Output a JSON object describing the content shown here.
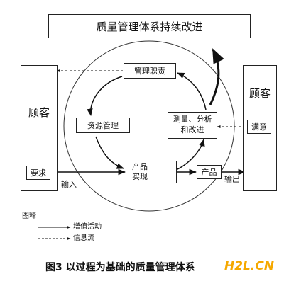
{
  "title": "质量管理体系持续改进",
  "customer_left": "顾客",
  "customer_right": "顾客",
  "boxes": {
    "management_responsibility": "管理职责",
    "resource_management": "资源管理",
    "product_realization": "产品\n实现",
    "measurement_analysis_improvement": "测量、分析\n和改进",
    "requirements": "要求",
    "satisfaction": "满意",
    "product": "产品"
  },
  "labels": {
    "input": "输入",
    "output": "输出"
  },
  "legend": {
    "title": "图释",
    "value_added": "增值活动",
    "information_flow": "信息流"
  },
  "caption": {
    "text": "图3  以过程为基础的质量管理体系",
    "watermark": "H2L.CN",
    "watermark_color": "#f5a800"
  }
}
